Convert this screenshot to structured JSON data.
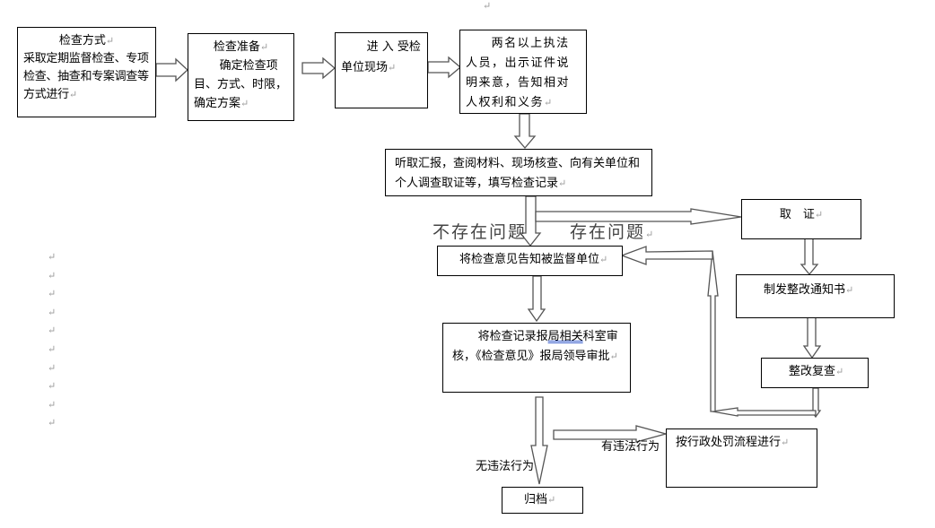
{
  "diagram": {
    "paragraph_mark": "↵",
    "boxes": {
      "inspection_method": {
        "title": "检查方式",
        "body": "采取定期监督检查、专项检查、抽查和专案调查等方式进行"
      },
      "inspection_prep": {
        "title": "检查准备",
        "body": "确定检查项目、方式、时限，确定方案"
      },
      "enter_site": {
        "text": "进 入 受检单位现场"
      },
      "show_id": {
        "text": "两名以上执法人员，出示证件说明来意，告知相对人权利和义务"
      },
      "investigate": {
        "text": "听取汇报，查阅材料、现场核查、向有关单位和个人调查取证等，填写检查记录"
      },
      "evidence": {
        "text": "取　证"
      },
      "notify_unit": {
        "text": "将检查意见告知被监督单位"
      },
      "rectify_notice": {
        "text": "制发整改通知书"
      },
      "recheck": {
        "text": "整改复查"
      },
      "report": {
        "text_a": "将检查记录报",
        "text_b": "局相关",
        "text_c": "科室审核，《检查意见》报局领导审批"
      },
      "penalty": {
        "text": "按行政处罚流程进行"
      },
      "archive": {
        "text": "归档"
      }
    },
    "labels": {
      "no_problem": "不存在问题",
      "has_problem": "存在问题",
      "no_violation": "无违法行为",
      "has_violation": "有违法行为"
    },
    "empty_paragraph_count": 10
  }
}
